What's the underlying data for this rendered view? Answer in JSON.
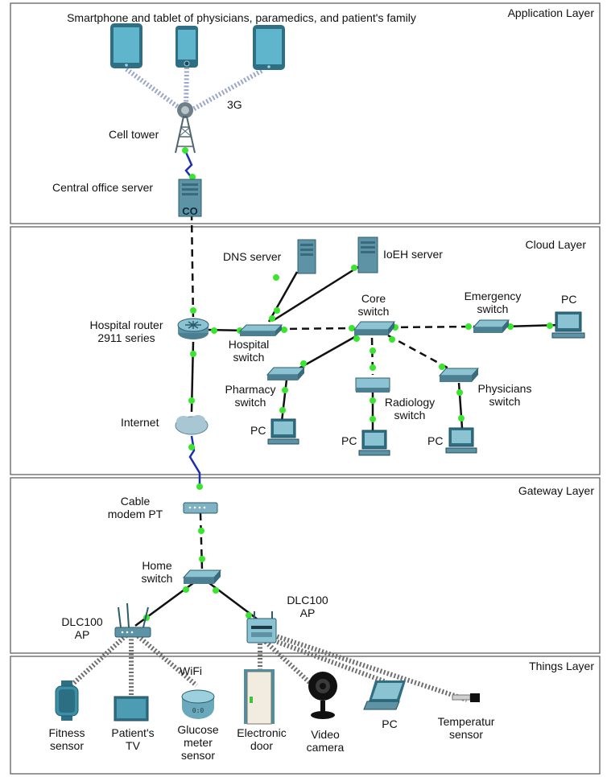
{
  "layers": {
    "application": "Application Layer",
    "cloud": "Cloud Layer",
    "gateway": "Gateway Layer",
    "things": "Things Layer"
  },
  "labels": {
    "smartphone_tablet": "Smartphone and tablet of physicians, paramedics, and patient's family",
    "three_g": "3G",
    "cell_tower": "Cell tower",
    "central_office_server": "Central office server",
    "co": "CO",
    "dns_server": "DNS server",
    "ioeh_server": "IoEH server",
    "core_switch_1": "Core",
    "core_switch_2": "switch",
    "emergency_switch_1": "Emergency",
    "emergency_switch_2": "switch",
    "pc_emergency": "PC",
    "hospital_router_1": "Hospital router",
    "hospital_router_2": "2911 series",
    "hospital_switch_1": "Hospital",
    "hospital_switch_2": "switch",
    "pharmacy_switch_1": "Pharmacy",
    "pharmacy_switch_2": "switch",
    "radiology_switch_1": "Radiology",
    "radiology_switch_2": "switch",
    "physicians_switch_1": "Physicians",
    "physicians_switch_2": "switch",
    "pc_pharmacy": "PC",
    "pc_radiology": "PC",
    "pc_physicians": "PC",
    "internet": "Internet",
    "cable_modem_1": "Cable",
    "cable_modem_2": "modem PT",
    "home_switch_1": "Home",
    "home_switch_2": "switch",
    "dlc100_ap_left_1": "DLC100",
    "dlc100_ap_left_2": "AP",
    "dlc100_ap_right_1": "DLC100",
    "dlc100_ap_right_2": "AP",
    "wifi": "WiFi",
    "fitness_sensor_1": "Fitness",
    "fitness_sensor_2": "sensor",
    "patients_tv_1": "Patient's",
    "patients_tv_2": "TV",
    "glucose_1": "Glucose",
    "glucose_2": "meter",
    "glucose_3": "sensor",
    "electronic_door_1": "Electronic",
    "electronic_door_2": "door",
    "video_camera_1": "Video",
    "video_camera_2": "camera",
    "pc_things": "PC",
    "temperature_1": "Temperatur",
    "temperature_2": "sensor"
  },
  "colors": {
    "link_dot": "#39e52d",
    "serial_link": "#1b2fb0",
    "device_teal": "#3c8fa6",
    "ethernet": "#111111"
  }
}
